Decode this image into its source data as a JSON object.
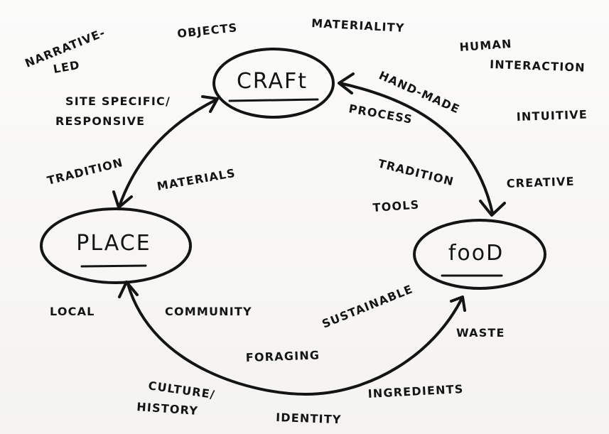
{
  "nodes": {
    "craft": "CRAFt",
    "place": "PLACE",
    "food": "fooD"
  },
  "labels": {
    "narrative_1": "NARRATIVE-",
    "narrative_2": "LED",
    "objects": "OBJECTS",
    "materiality": "MATERIALITY",
    "human_1": "HUMAN",
    "human_2": "INTERACTION",
    "site_1": "SITE SPECIFIC/",
    "site_2": "RESPONSIVE",
    "hand_made": "HAND-MADE",
    "process": "PROCESS",
    "intuitive": "INTUITIVE",
    "tradition_left": "TRADITION",
    "materials": "MATERIALS",
    "tradition_right": "TRADITION",
    "creative": "CREATIVE",
    "tools": "TOOLS",
    "local": "LOCAL",
    "community": "COMMUNITY",
    "sustainable": "SUSTAINABLE",
    "waste": "WASTE",
    "foraging": "FORAGING",
    "culture_1": "CULTURE/",
    "culture_2": "HISTORY",
    "ingredients": "INGREDIENTS",
    "identity": "IDENTITY"
  }
}
